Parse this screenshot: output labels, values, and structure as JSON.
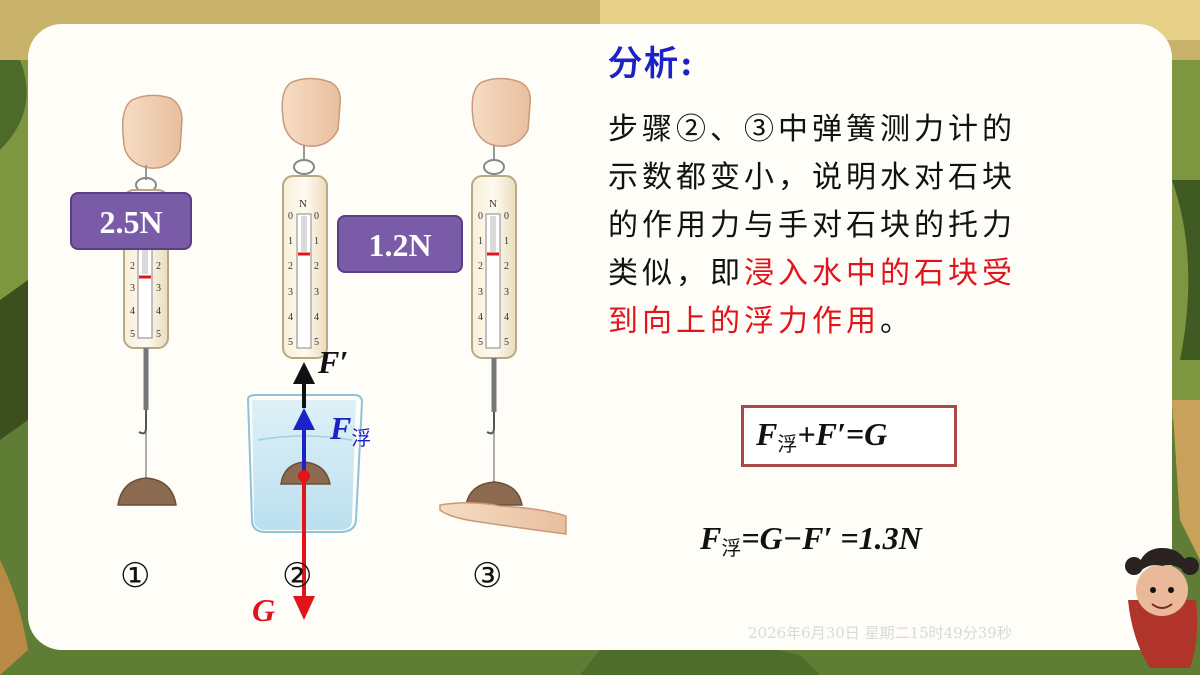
{
  "title": "分析:",
  "body": {
    "line1": "步骤②、③中弹簧测力计的",
    "line2": "示数都变小，说明水对石块",
    "line3": "的作用力与手对石块的托力",
    "line4_plain": "类似，即",
    "line4_highlight": "浸入水中的石块受",
    "line5_highlight": "到向上的浮力作用",
    "line5_end": "。"
  },
  "formula1": {
    "f": "F",
    "sub": "浮",
    "rest": "+F′=G"
  },
  "formula2": {
    "f": "F",
    "sub": "浮",
    "rest": "=G−F′ =1.3N"
  },
  "readings": {
    "step1": "2.5N",
    "step2": "1.2N"
  },
  "steps": [
    "①",
    "②",
    "③"
  ],
  "forces": {
    "f_prime": "F′",
    "f_buoy": "F",
    "f_buoy_sub": "浮",
    "g": "G"
  },
  "scale": {
    "unit": "N",
    "ticks": [
      "0",
      "1",
      "2",
      "3",
      "4",
      "5"
    ]
  },
  "timestamp": "2026年6月30日 星期二15时49分39秒",
  "colors": {
    "accent_blue": "#1a22c8",
    "highlight_red": "#e0141a",
    "badge_purple": "#7a5ba8",
    "arrow_red": "#e0141a",
    "arrow_blue": "#1a22c8"
  }
}
